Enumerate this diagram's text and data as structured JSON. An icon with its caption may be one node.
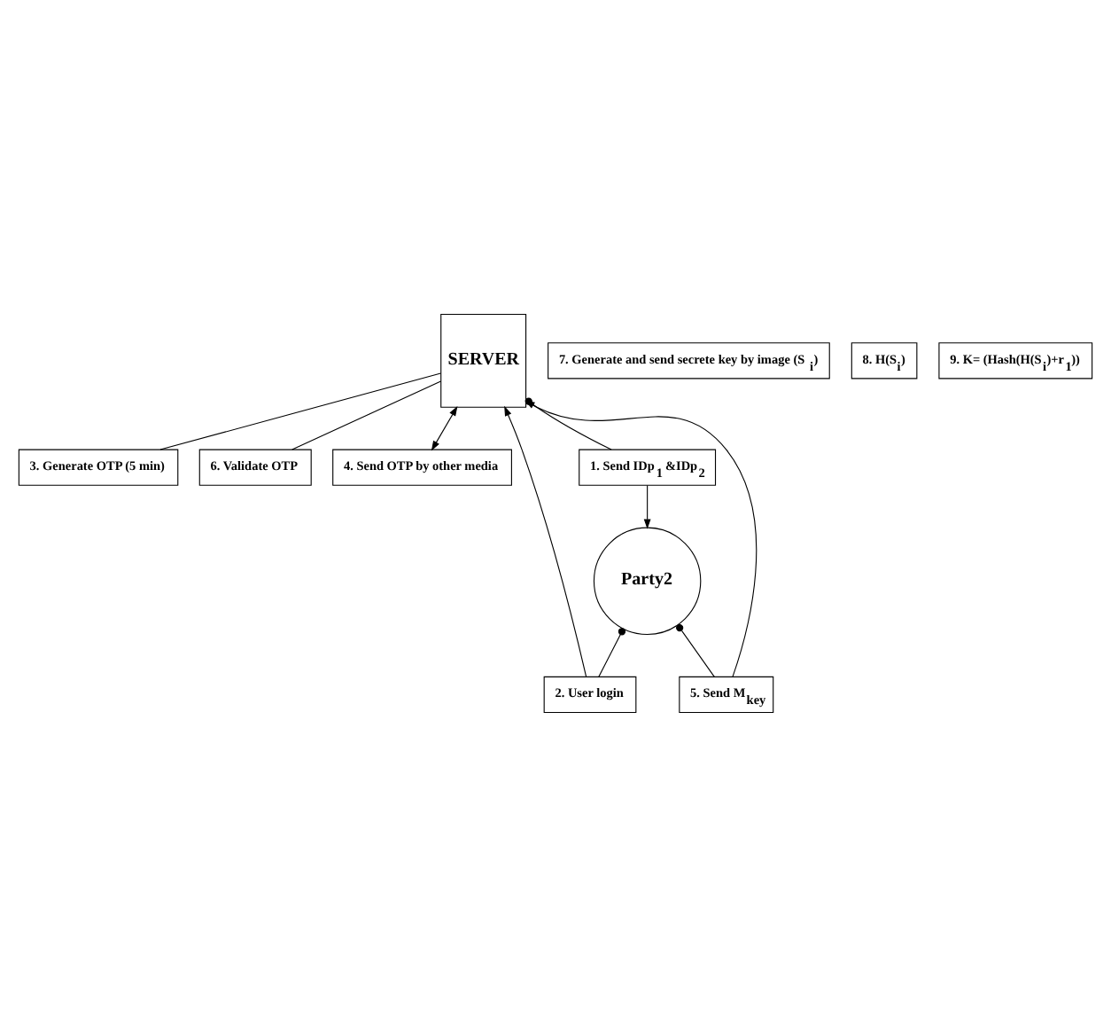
{
  "diagram": {
    "nodes": [
      {
        "text": [
          "3. Generate OTP (5 min)"
        ]
      },
      {
        "text": [
          "6. Validate OTP"
        ]
      },
      {
        "text": [
          "7. Generate and send secrete key by image (S$_{i}$)"
        ]
      },
      {
        "text": [
          "SERVER"
        ]
      },
      {
        "text": [
          "4. Send OTP by other media"
        ]
      },
      {
        "text": [
          "1. Send IDp$_{1}$ &IDp$_{2}$"
        ]
      },
      {
        "text": [
          "2. User login"
        ]
      },
      {
        "text": [
          "5. Send M$_{key}$"
        ]
      },
      {
        "text": [
          "8. H(S$_{i}$)"
        ]
      },
      {
        "text": [
          "Party2"
        ]
      },
      {
        "text": [
          "9. K= (Hash(H(S$_{i}$)+r$_{1}$))"
        ]
      }
    ],
    "edges": [
      {
        "from": 3,
        "to": 1,
        "arrow": "none"
      },
      {
        "from": 3,
        "to": 0,
        "arrow": "none"
      },
      {
        "from": 3,
        "to": 4,
        "arrow": "both"
      },
      {
        "from": 3,
        "to": 5,
        "arrow": "other"
      },
      {
        "from": 5,
        "to": 9,
        "arrow": "to"
      },
      {
        "from": 9,
        "to": 6,
        "arrow": "other"
      },
      {
        "from": 6,
        "to": 3,
        "arrow": "to"
      },
      {
        "from": 9,
        "to": 7,
        "arrow": "other"
      },
      {
        "from": 7,
        "to": 3,
        "arrow": "to"
      }
    ]
  }
}
